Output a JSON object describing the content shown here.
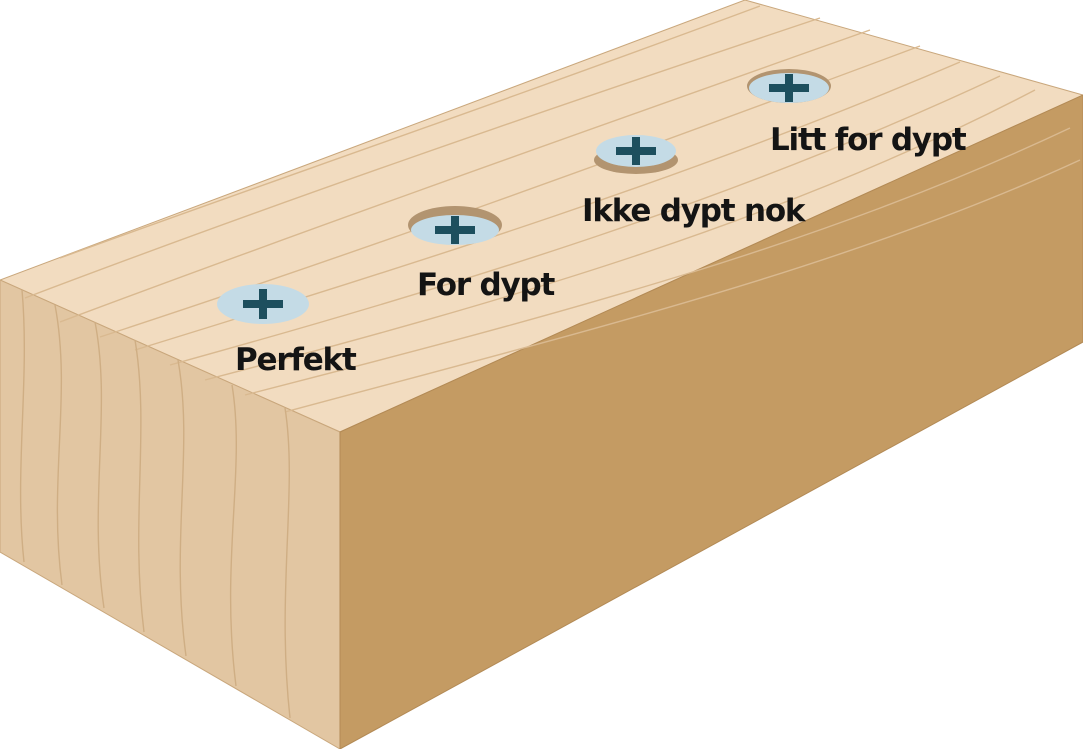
{
  "colors": {
    "background": "#ffffff",
    "top_face": "#f2dcc0",
    "end_grain_face": "#e2c6a2",
    "side_face": "#c49b63",
    "grain_line": "#d9b990",
    "screw_head": "#c4dbe6",
    "screw_shadow": "#b29470",
    "screw_slot": "#1d4f5e",
    "label_text": "#141414"
  },
  "screws": [
    {
      "id": "perfekt",
      "label": "Perfekt",
      "icon": "phillips-screw-head-icon",
      "depth": "flush"
    },
    {
      "id": "for-dypt",
      "label": "For dypt",
      "icon": "phillips-screw-head-icon",
      "depth": "too-deep"
    },
    {
      "id": "ikke-dypt-nok",
      "label": "Ikke dypt nok",
      "icon": "phillips-screw-head-icon",
      "depth": "not-deep-enough"
    },
    {
      "id": "litt-for-dypt",
      "label": "Litt for dypt",
      "icon": "phillips-screw-head-icon",
      "depth": "slightly-too-deep"
    }
  ]
}
